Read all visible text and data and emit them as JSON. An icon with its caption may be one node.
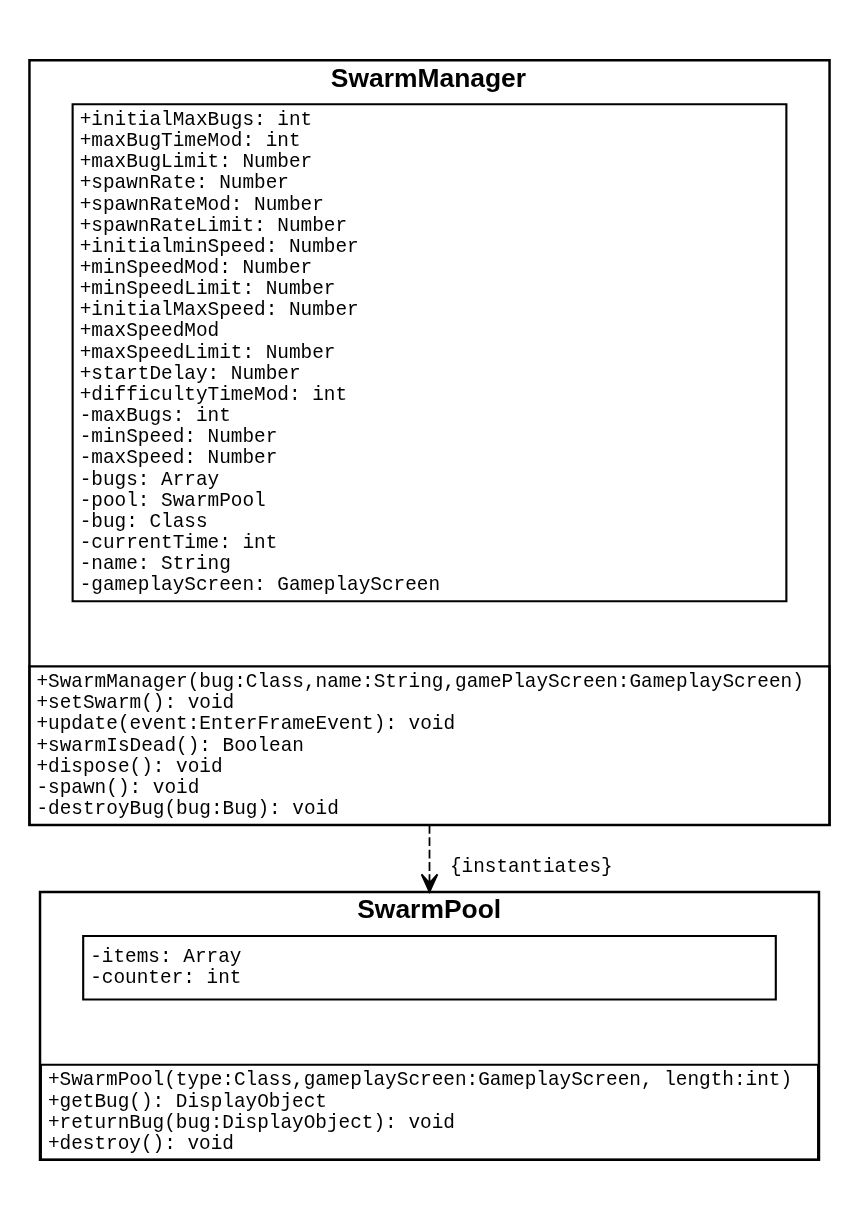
{
  "diagram": {
    "nodes": [
      {
        "text": [
          "SwarmManager"
        ]
      },
      {
        "text": [
          "+initialMaxBugs: int",
          "+maxBugTimeMod: int",
          "+maxBugLimit: Number",
          "+spawnRate: Number",
          "+spawnRateMod: Number",
          "+spawnRateLimit: Number",
          "+initialminSpeed: Number",
          "+minSpeedMod: Number",
          "+minSpeedLimit: Number",
          "+initialMaxSpeed: Number",
          "+maxSpeedMod",
          "+maxSpeedLimit: Number",
          "+startDelay: Number",
          "+difficultyTimeMod: int",
          "-maxBugs: int",
          "-minSpeed: Number",
          "-maxSpeed: Number",
          "-bugs: Array",
          "-pool: SwarmPool",
          "-bug: Class",
          "-currentTime: int",
          "-name: String",
          "-gameplayScreen: GameplayScreen"
        ],
        "in": 0
      },
      {
        "text": [
          "+SwarmManager(bug:Class,name:String,gamePlayScreen:GameplayScreen)",
          "+setSwarm(): void",
          "+update(event:EnterFrameEvent): void",
          "+swarmIsDead(): Boolean",
          "+dispose(): void",
          "-spawn(): void",
          "-destroyBug(bug:Bug): void"
        ],
        "in": 0
      },
      {
        "text": [
          "SwarmPool"
        ]
      },
      {
        "text": [
          "-items: Array",
          "-counter: int"
        ],
        "in": 3
      },
      {
        "text": [
          "+SwarmPool(type:Class,gameplayScreen:GameplayScreen, length:int)",
          "+getBug(): DisplayObject",
          "+returnBug(bug:DisplayObject): void",
          "+destroy(): void"
        ],
        "in": 3
      }
    ],
    "edges": [
      {
        "from": 0,
        "to": 3,
        "arrow": "to",
        "label": "{instantiates}",
        "style": "dashed"
      }
    ]
  }
}
